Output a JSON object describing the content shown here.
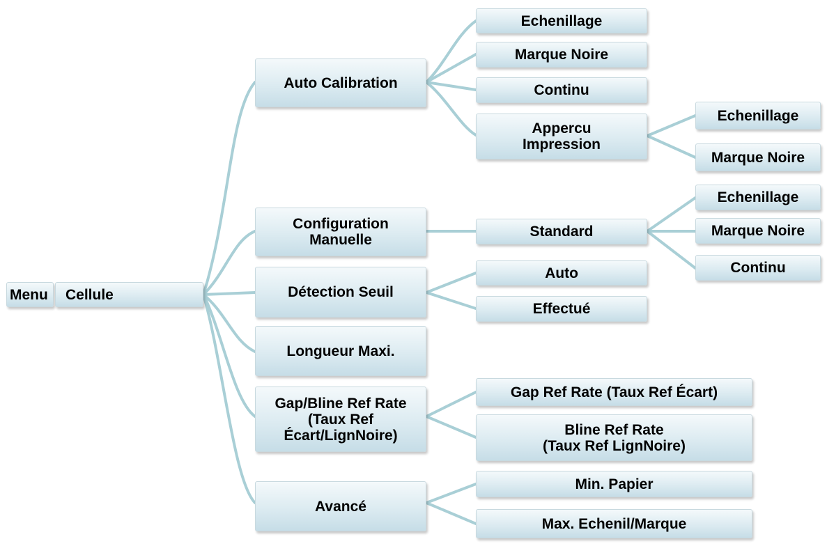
{
  "root": {
    "label_part1": "Menu",
    "label_part2": "Cellule"
  },
  "branches": [
    {
      "label": "Auto Calibration"
    },
    {
      "label": "Configuration\nManuelle"
    },
    {
      "label": "Détection Seuil"
    },
    {
      "label": "Longueur Maxi."
    },
    {
      "label": "Gap/Bline Ref Rate\n(Taux Ref\nÉcart/LignNoire)"
    },
    {
      "label": "Avancé"
    }
  ],
  "auto_calibration_children": [
    {
      "label": "Echenillage"
    },
    {
      "label": "Marque Noire"
    },
    {
      "label": "Continu"
    },
    {
      "label": "Appercu\nImpression"
    }
  ],
  "apercu_children": [
    {
      "label": "Echenillage"
    },
    {
      "label": "Marque Noire"
    }
  ],
  "configuration_children": [
    {
      "label": "Standard"
    }
  ],
  "standard_children": [
    {
      "label": "Echenillage"
    },
    {
      "label": "Marque Noire"
    },
    {
      "label": "Continu"
    }
  ],
  "detection_children": [
    {
      "label": "Auto"
    },
    {
      "label": "Effectué"
    }
  ],
  "gap_children": [
    {
      "label": "Gap Ref Rate (Taux Ref Écart)"
    },
    {
      "label": "Bline Ref Rate\n(Taux Ref LignNoire)"
    }
  ],
  "avance_children": [
    {
      "label": "Min. Papier"
    },
    {
      "label": "Max. Echenil/Marque"
    }
  ],
  "colors": {
    "connector": "#a9cfd6",
    "node_top": "#f4f9fb",
    "node_bottom": "#c6dde7",
    "text": "#000000"
  }
}
